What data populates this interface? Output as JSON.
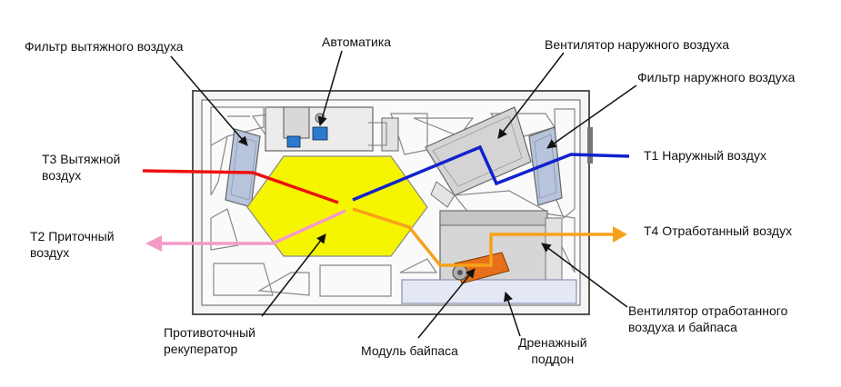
{
  "labels": {
    "exhaust_filter": "Фильтр вытяжного воздуха",
    "automation": "Автоматика",
    "supply_fan": "Вентилятор наружного воздуха",
    "outdoor_filter": "Фильтр наружного воздуха",
    "t3_line1": "Т3 Вытяжной",
    "t3_line2": "воздух",
    "t1": "Т1 Наружный воздух",
    "t2_line1": "Т2 Приточный",
    "t2_line2": "воздух",
    "t4": "Т4 Отработанный воздух",
    "exhaust_fan_line1": "Вентилятор отработанного",
    "exhaust_fan_line2": "воздуха и байпаса",
    "recuperator_line1": "Противоточный",
    "recuperator_line2": "рекуператор",
    "bypass_module": "Модуль байпаса",
    "drain_line1": "Дренажный",
    "drain_line2": "поддон"
  },
  "colors": {
    "t3_flow": "#ee1111",
    "t1_flow": "#1122cc",
    "t2_flow": "#f49ac8",
    "t4_flow": "#f7a11a",
    "recuperator_fill": "#f5f500",
    "bypass_motor": "#e8701a",
    "filter_fill": "#b8c4dc",
    "drain_fill": "#e4e8f4"
  }
}
